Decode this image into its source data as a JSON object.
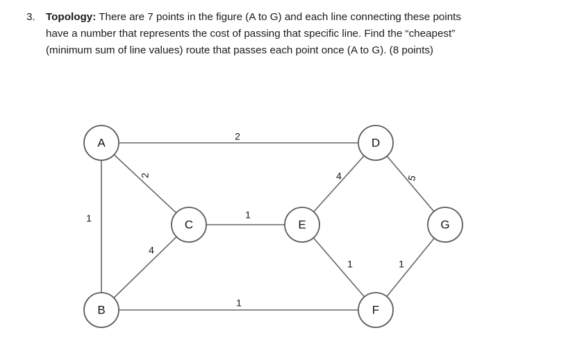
{
  "question": {
    "number": "3.",
    "term": "Topology:",
    "line1_rest": "There are 7 points in the figure (A to G) and each line connecting these points",
    "line2": "have a number that represents the cost of passing that specific line. Find the “cheapest”",
    "line3": "(minimum sum of line values) route that passes each point once (A to G). (8 points)"
  },
  "graph": {
    "nodes": [
      "A",
      "B",
      "C",
      "D",
      "E",
      "F",
      "G"
    ],
    "edges": [
      {
        "from": "A",
        "to": "D",
        "weight": "2"
      },
      {
        "from": "A",
        "to": "C",
        "weight": "2"
      },
      {
        "from": "A",
        "to": "B",
        "weight": "1"
      },
      {
        "from": "B",
        "to": "C",
        "weight": "4"
      },
      {
        "from": "B",
        "to": "F",
        "weight": "1"
      },
      {
        "from": "C",
        "to": "E",
        "weight": "1"
      },
      {
        "from": "E",
        "to": "D",
        "weight": "4"
      },
      {
        "from": "E",
        "to": "F",
        "weight": "1"
      },
      {
        "from": "D",
        "to": "G",
        "weight": "5"
      },
      {
        "from": "F",
        "to": "G",
        "weight": "1"
      }
    ]
  }
}
